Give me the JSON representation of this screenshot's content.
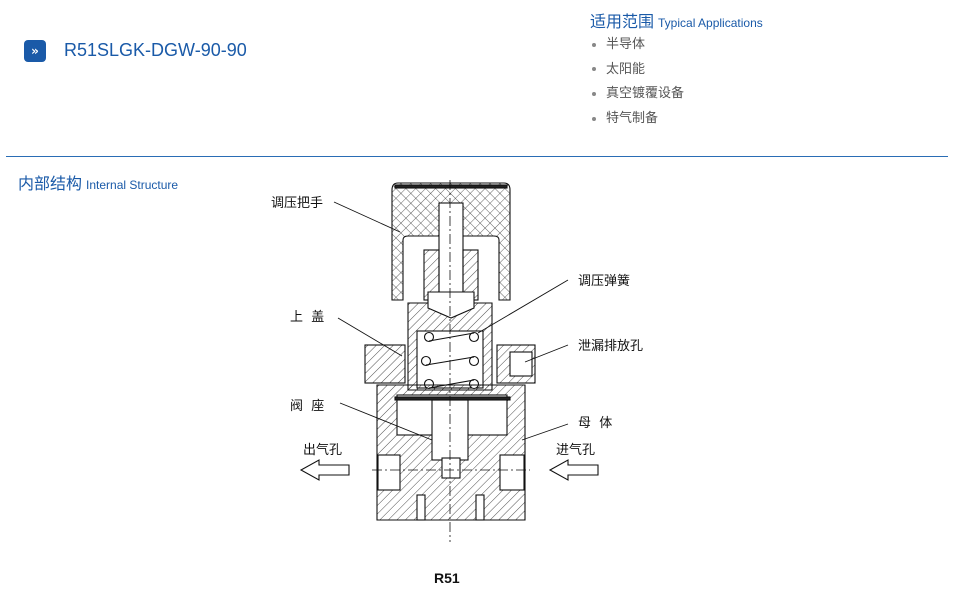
{
  "header": {
    "model": "R51SLGK-DGW-90-90",
    "badge_icon": "double-chevron-right-icon"
  },
  "applications": {
    "title_cn": "适用范围",
    "title_en": "Typical Applications",
    "items": [
      "半导体",
      "太阳能",
      "真空镀覆设备",
      "特气制备"
    ]
  },
  "structure": {
    "title_cn": "内部结构",
    "title_en": "Internal Structure",
    "labels": {
      "knob": "调压把手",
      "bonnet": "上  盖",
      "seat": "阀  座",
      "outlet": "出气孔",
      "spring": "调压弹簧",
      "vent": "泄漏排放孔",
      "body": "母  体",
      "inlet": "进气孔"
    },
    "caption": "R51"
  },
  "colors": {
    "brand": "#1a5aa8"
  }
}
